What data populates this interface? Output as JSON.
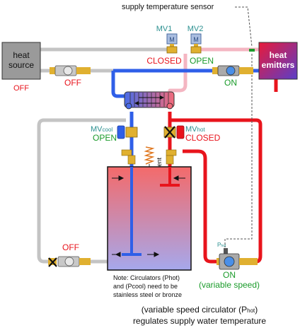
{
  "diagram": {
    "sensor_label": "supply temperature sensor",
    "heat_source_line1": "heat",
    "heat_source_line2": "source",
    "heat_source_state": "OFF",
    "heat_emitters_line1": "heat",
    "heat_emitters_line2": "emitters",
    "mv1_label": "MV1",
    "mv2_label": "MV2",
    "mv1_state": "CLOSED",
    "mv2_state": "OPEN",
    "valve_glyph": "M",
    "source_circ_state": "OFF",
    "emitter_circ_state": "ON",
    "mvcool_label_main": "MV",
    "mvcool_label_sub": "cool",
    "mvcool_state": "OPEN",
    "mvhot_label_main": "MV",
    "mvhot_label_sub": "hot",
    "mvhot_state": "CLOSED",
    "vent_label": "vent",
    "cool_circ_state": "OFF",
    "hot_circ_label_main": "P",
    "hot_circ_label_sub": "hot",
    "hot_circ_state": "ON",
    "hot_circ_note": "(variable speed)",
    "note_line1": "Note:  Circulators (Phot)",
    "note_line2": "and (Pcool) need to be",
    "note_line3": "stainless steel or bronze",
    "footer_line1_pre": "(variable speed circulator (P",
    "footer_line1_sub": "hot",
    "footer_line1_post": ")",
    "footer_line2": "regulates supply water temperature",
    "colors": {
      "supply_red": "#e8141c",
      "return_blue": "#2f5fe8",
      "pink": "#f4b6c2",
      "gray_pipe": "#c4c4c4",
      "state_red": "#e8141c",
      "state_green": "#1a9b2a",
      "valve_teal": "#2a8f8f"
    }
  }
}
